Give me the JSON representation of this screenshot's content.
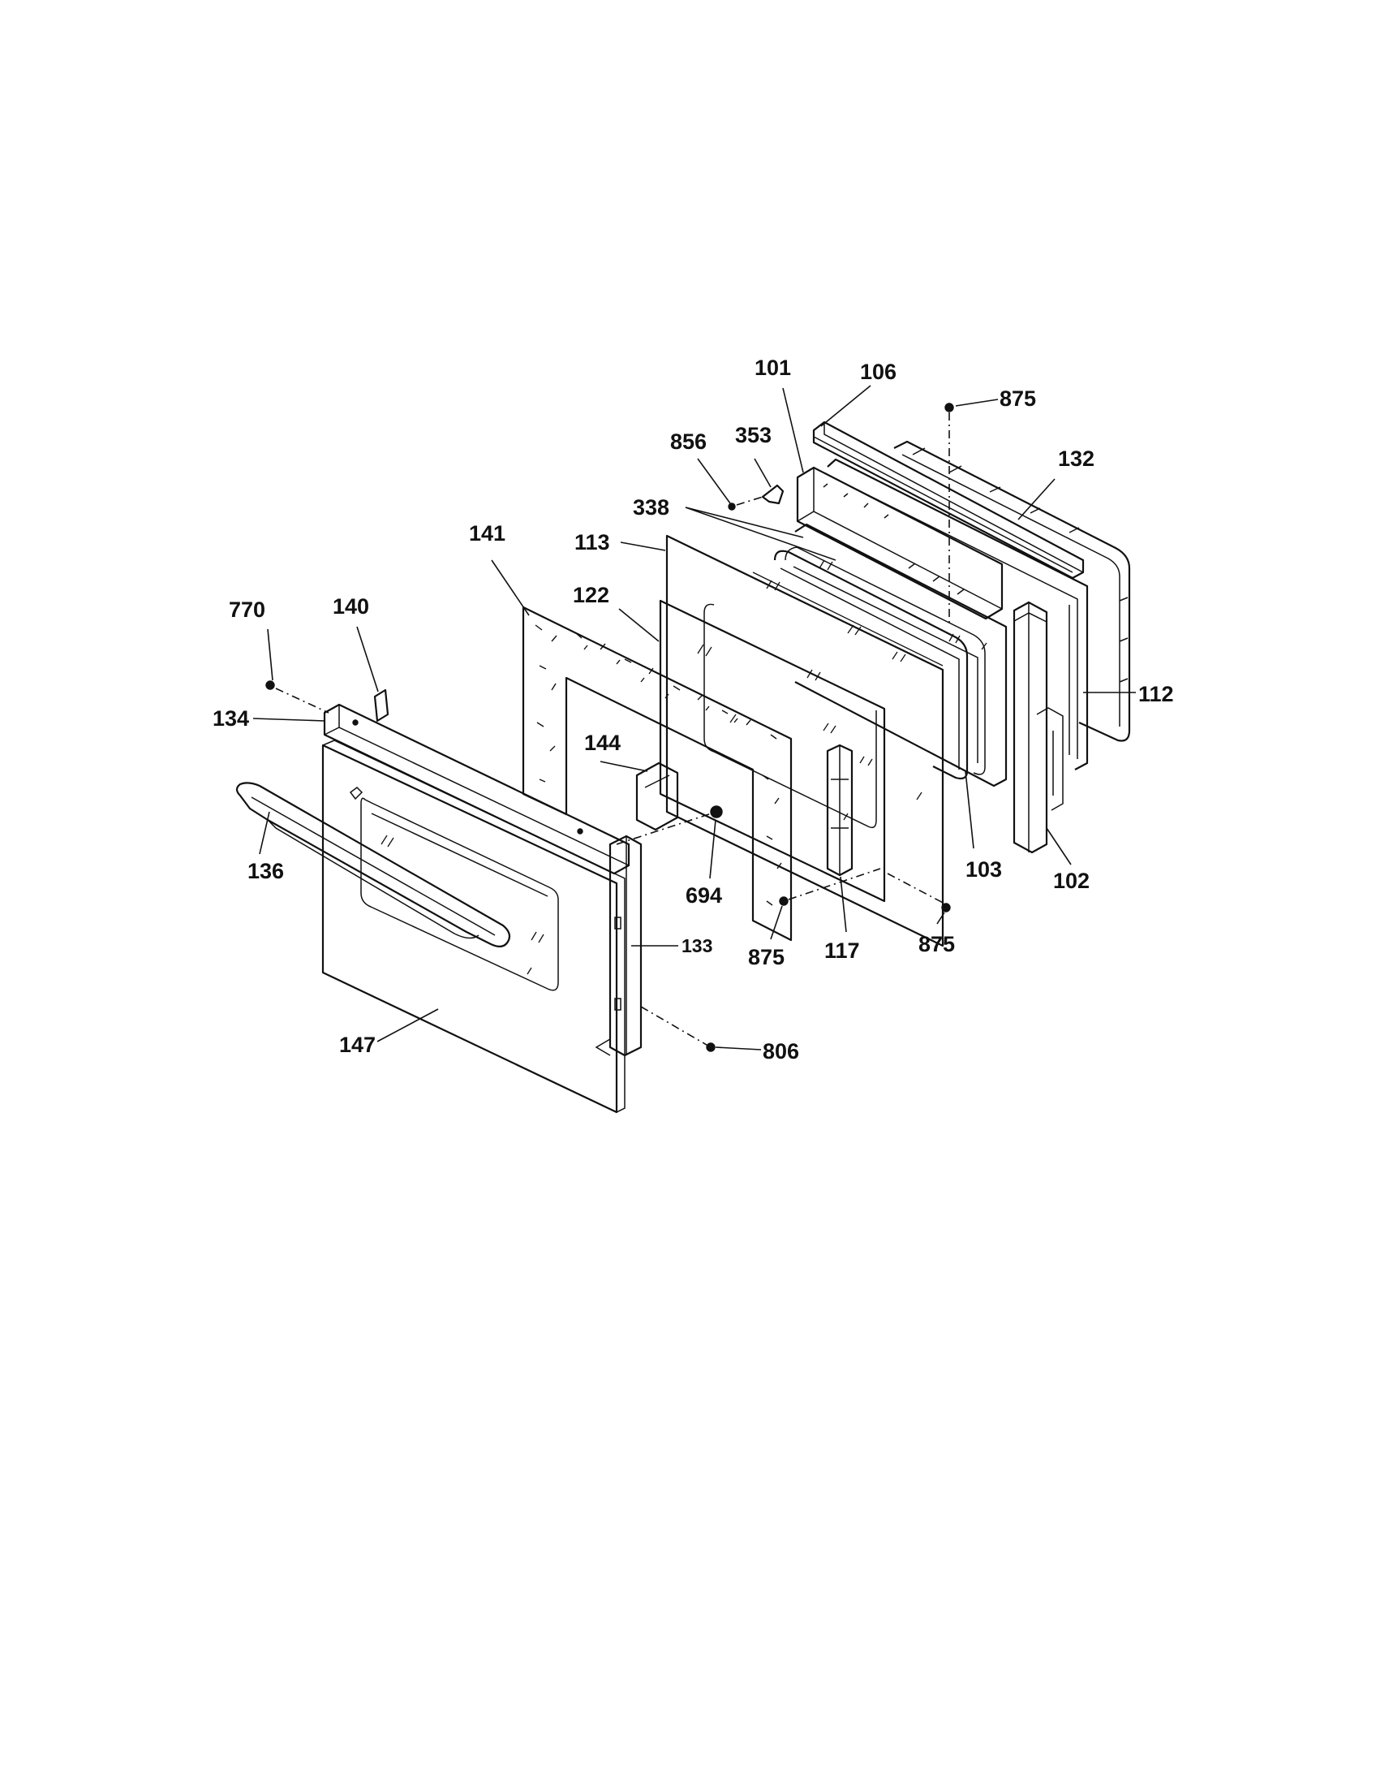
{
  "callouts": {
    "c101": "101",
    "c106": "106",
    "c875_top": "875",
    "c856": "856",
    "c353": "353",
    "c132": "132",
    "c338": "338",
    "c141": "141",
    "c113": "113",
    "c122": "122",
    "c770": "770",
    "c140": "140",
    "c134": "134",
    "c144": "144",
    "c112": "112",
    "c136": "136",
    "c694": "694",
    "c103": "103",
    "c102": "102",
    "c133": "133",
    "c875_left": "875",
    "c117": "117",
    "c875_right": "875",
    "c147": "147",
    "c806": "806"
  }
}
